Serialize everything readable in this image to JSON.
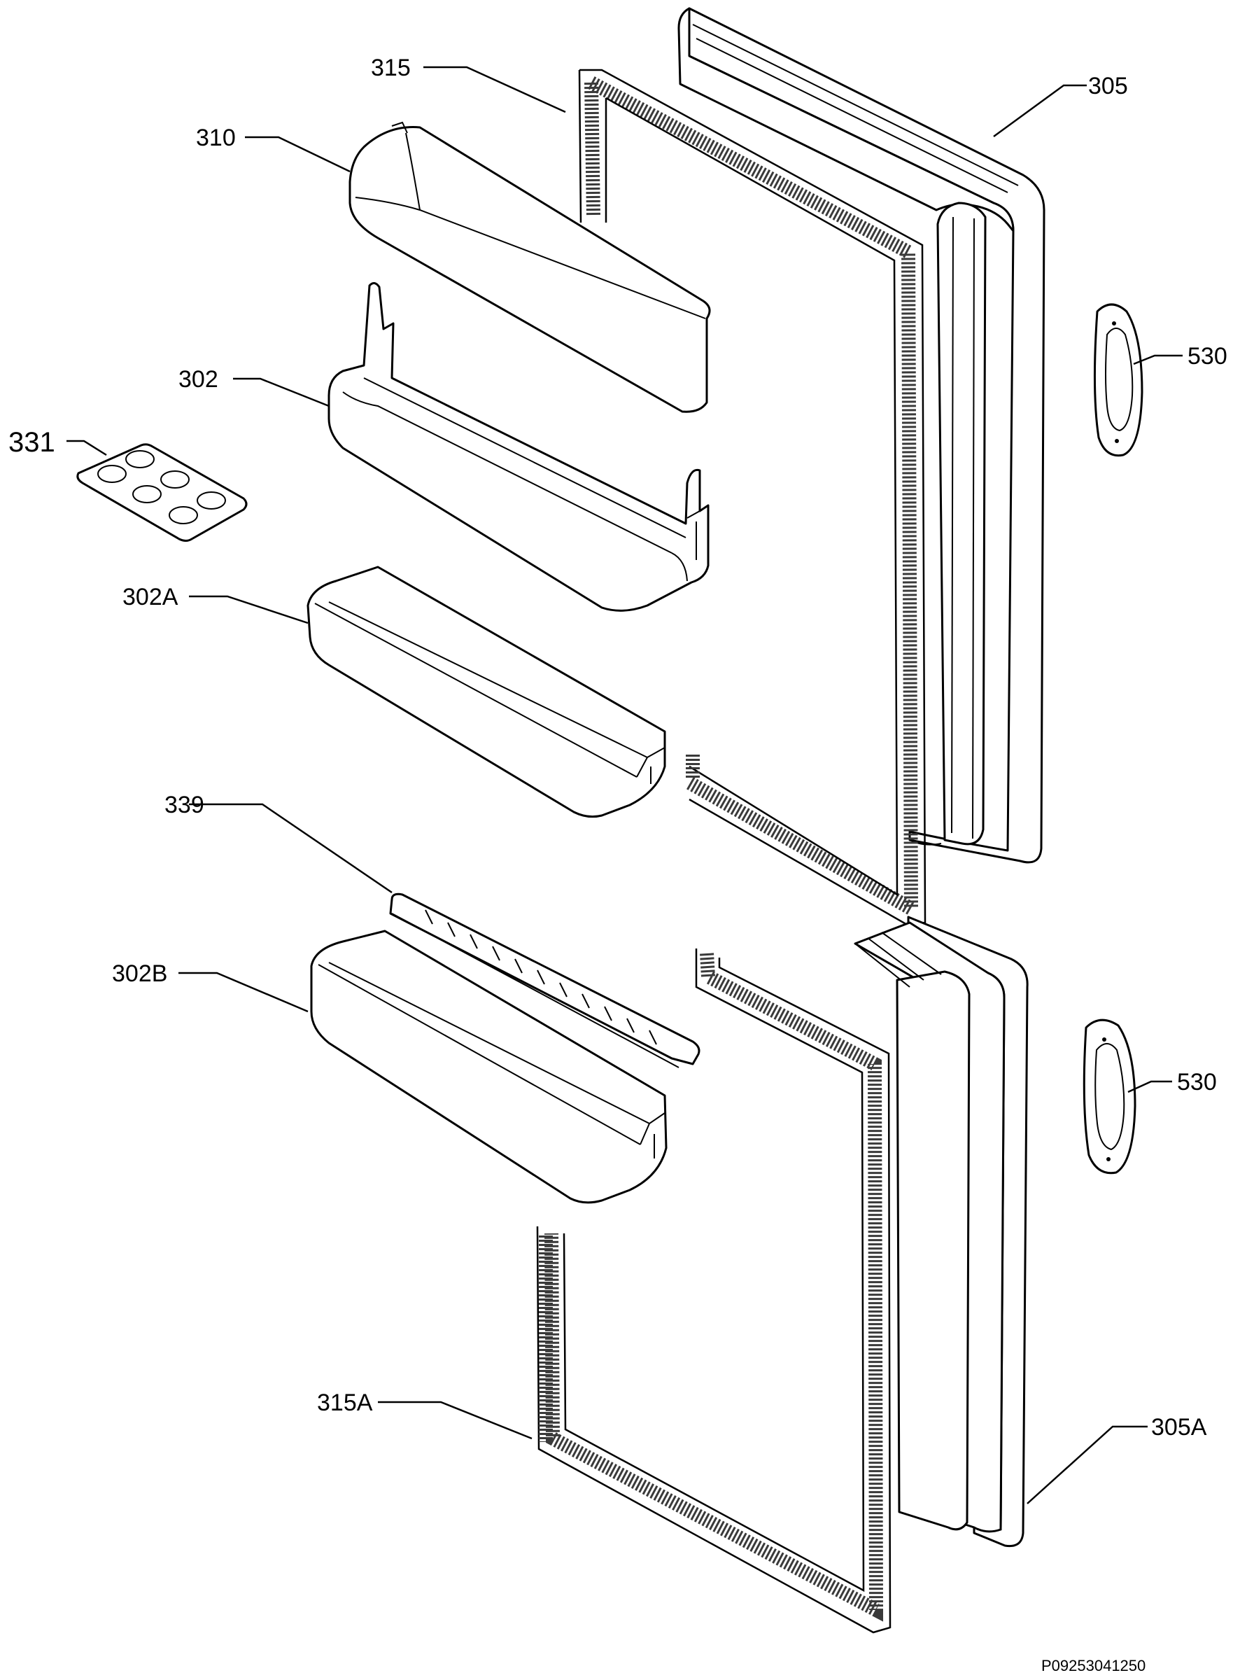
{
  "parts": {
    "315": "315",
    "305": "305",
    "310": "310",
    "530_upper": "530",
    "302": "302",
    "331": "331",
    "302A": "302A",
    "339": "339",
    "302B": "302B",
    "530_lower": "530",
    "315A": "315A",
    "305A": "305A"
  },
  "drawing_code": "P09253041250"
}
